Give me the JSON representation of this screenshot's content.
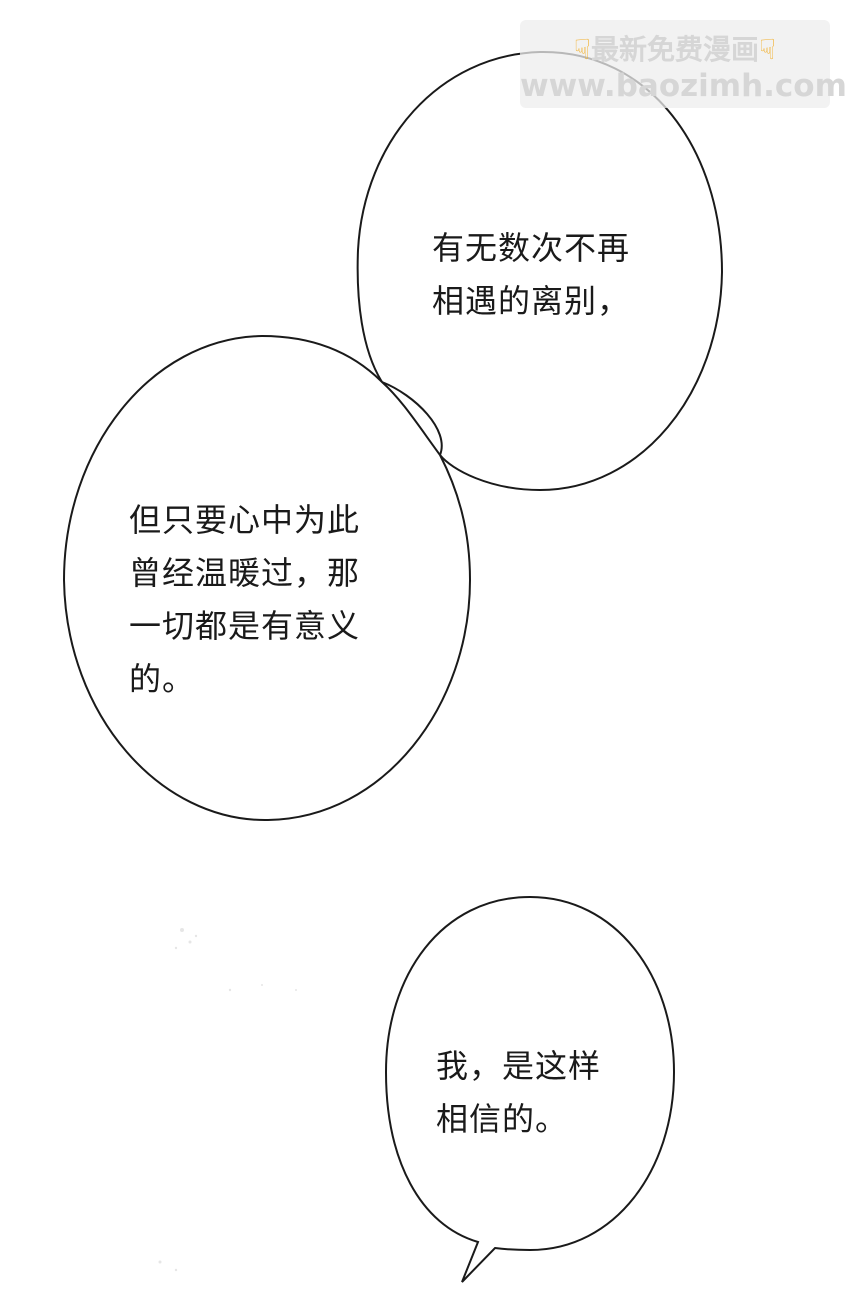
{
  "watermark": {
    "line1": "最新免费漫画",
    "line2": "www.baozimh.com",
    "icon": "pointing-down-hand-icon",
    "icon_color": "#f2b233",
    "text_color": "#d6d6d6"
  },
  "bubbles": [
    {
      "text": "有无数次不再\n相遇的离别，"
    },
    {
      "text": "但只要心中为此\n曾经温暖过，那\n一切都是有意义\n的。"
    },
    {
      "text": "我，是这样\n相信的。"
    }
  ],
  "colors": {
    "background": "#ffffff",
    "bubble_fill": "#ffffff",
    "bubble_stroke": "#1a1a1a",
    "text": "#1a1a1a"
  }
}
